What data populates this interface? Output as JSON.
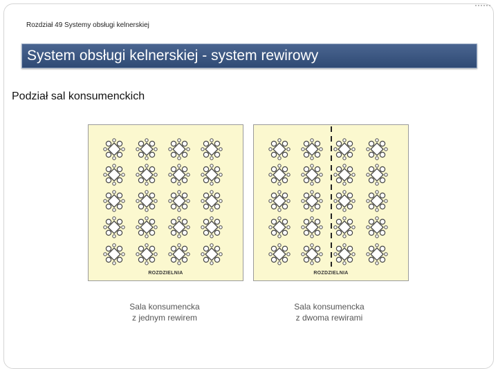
{
  "chapter_header": "Rozdział 49 Systemy obsługi kelnerskiej",
  "title": "System obsługi kelnerskiej - system rewirowy",
  "subtitle": "Podział sal konsumenckich",
  "floorplans": [
    {
      "kitchen_label": "ROZDZIELNIA",
      "caption_line1": "Sala konsumencka",
      "caption_line2": "z jednym rewirem",
      "table_rows": 5,
      "table_cols": 4,
      "divider": false
    },
    {
      "kitchen_label": "ROZDZIELNIA",
      "caption_line1": "Sala konsumencka",
      "caption_line2": "z dwoma rewirami",
      "table_rows": 5,
      "table_cols": 4,
      "divider": true
    }
  ],
  "colors": {
    "title_bar": "#3b5580",
    "floor": "#fbf8cf",
    "table_stroke": "#444444"
  }
}
